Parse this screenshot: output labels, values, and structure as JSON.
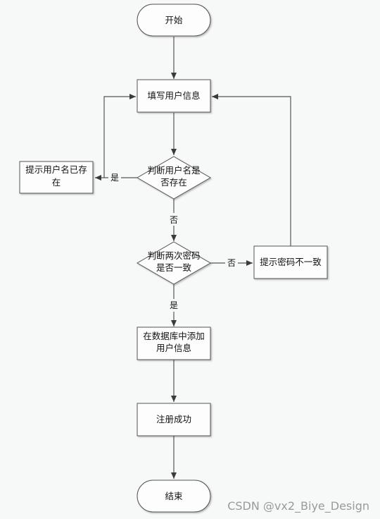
{
  "nodes": {
    "start": [
      "开始"
    ],
    "fill_info": [
      "填写用户信息"
    ],
    "check_user": [
      "判断用户名是",
      "否存在"
    ],
    "user_exists": [
      "提示用户名已存",
      "在"
    ],
    "check_pwd": [
      "判断两次密码",
      "是否一致"
    ],
    "pwd_mismatch": [
      "提示密码不一致"
    ],
    "add_db": [
      "在数据库中添加",
      "用户信息"
    ],
    "reg_success": [
      "注册成功"
    ],
    "end": [
      "结束"
    ]
  },
  "edge_labels": {
    "check_user_yes": "是",
    "check_user_no": "否",
    "check_pwd_no": "否",
    "check_pwd_yes": "是"
  },
  "watermark": "CSDN @vx2_Biye_Design",
  "colors": {
    "background": "#f7f8f8",
    "node_fill": "#fdfdfd",
    "stroke": "#555555",
    "arrow": "#3a3a3a",
    "text": "#111111",
    "watermark": "#9a9a9a"
  }
}
